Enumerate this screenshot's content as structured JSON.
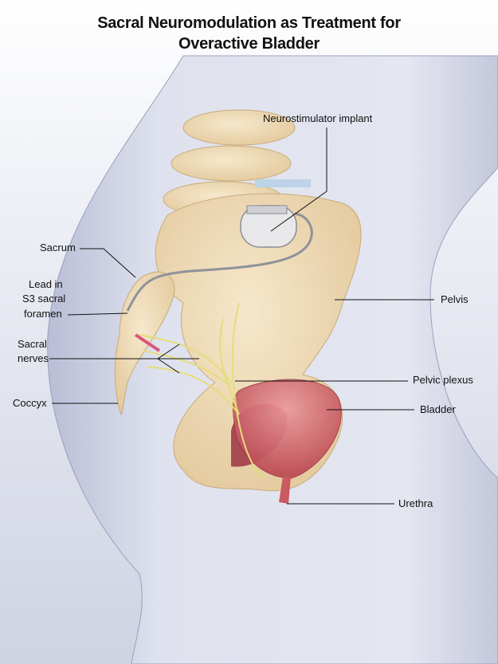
{
  "title": {
    "line1": "Sacral Neuromodulation as Treatment for",
    "line2": "Overactive Bladder"
  },
  "labels": {
    "neurostimulator": "Neurostimulator implant",
    "sacrum": "Sacrum",
    "lead_line1": "Lead in",
    "lead_line2": "S3 sacral",
    "lead_line3": "foramen",
    "nerves_line1": "Sacral",
    "nerves_line2": "nerves",
    "coccyx": "Coccyx",
    "pelvis": "Pelvis",
    "pelvic_plexus": "Pelvic plexus",
    "bladder": "Bladder",
    "urethra": "Urethra"
  },
  "colors": {
    "bone": "#efdcb8",
    "bladder": "#d9727a",
    "nerve": "#e6dc7a",
    "body": "#c9cde0"
  }
}
